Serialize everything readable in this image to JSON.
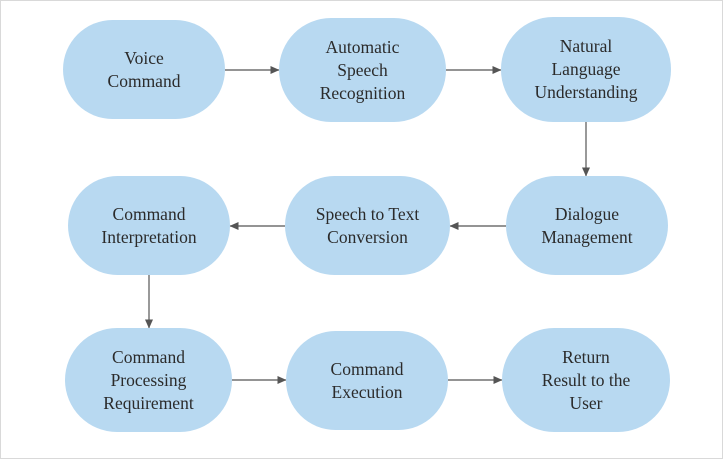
{
  "diagram": {
    "nodes": [
      {
        "id": "voice-command",
        "label": "Voice\nCommand"
      },
      {
        "id": "automatic-speech-recognition",
        "label": "Automatic\nSpeech\nRecognition"
      },
      {
        "id": "natural-language-understanding",
        "label": "Natural\nLanguage\nUnderstanding"
      },
      {
        "id": "dialogue-management",
        "label": "Dialogue\nManagement"
      },
      {
        "id": "speech-to-text-conversion",
        "label": "Speech to Text\nConversion"
      },
      {
        "id": "command-interpretation",
        "label": "Command\nInterpretation"
      },
      {
        "id": "command-processing-requirement",
        "label": "Command\nProcessing\nRequirement"
      },
      {
        "id": "command-execution",
        "label": "Command\nExecution"
      },
      {
        "id": "return-result-to-the-user",
        "label": "Return\nResult to the\nUser"
      }
    ],
    "edges": [
      {
        "from": "voice-command",
        "to": "automatic-speech-recognition"
      },
      {
        "from": "automatic-speech-recognition",
        "to": "natural-language-understanding"
      },
      {
        "from": "natural-language-understanding",
        "to": "dialogue-management"
      },
      {
        "from": "dialogue-management",
        "to": "speech-to-text-conversion"
      },
      {
        "from": "speech-to-text-conversion",
        "to": "command-interpretation"
      },
      {
        "from": "command-interpretation",
        "to": "command-processing-requirement"
      },
      {
        "from": "command-processing-requirement",
        "to": "command-execution"
      },
      {
        "from": "command-execution",
        "to": "return-result-to-the-user"
      }
    ],
    "colors": {
      "node_fill": "#b8d9f1",
      "node_text": "#2b2b2b",
      "edge": "#555555"
    }
  }
}
